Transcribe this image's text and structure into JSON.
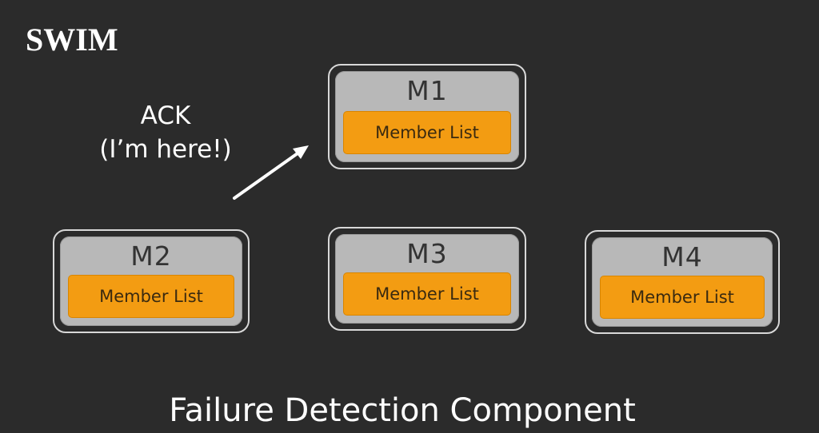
{
  "title": "SWIM",
  "ack": {
    "line1": "ACK",
    "line2": "(I’m here!)"
  },
  "nodes": [
    {
      "name": "M1",
      "list_label": "Member List"
    },
    {
      "name": "M2",
      "list_label": "Member List"
    },
    {
      "name": "M3",
      "list_label": "Member List"
    },
    {
      "name": "M4",
      "list_label": "Member List"
    }
  ],
  "footer": "Failure Detection Component",
  "colors": {
    "background": "#2b2b2b",
    "node_fill": "#b8b8b8",
    "member_list_fill": "#f39c12",
    "text": "#ffffff"
  }
}
